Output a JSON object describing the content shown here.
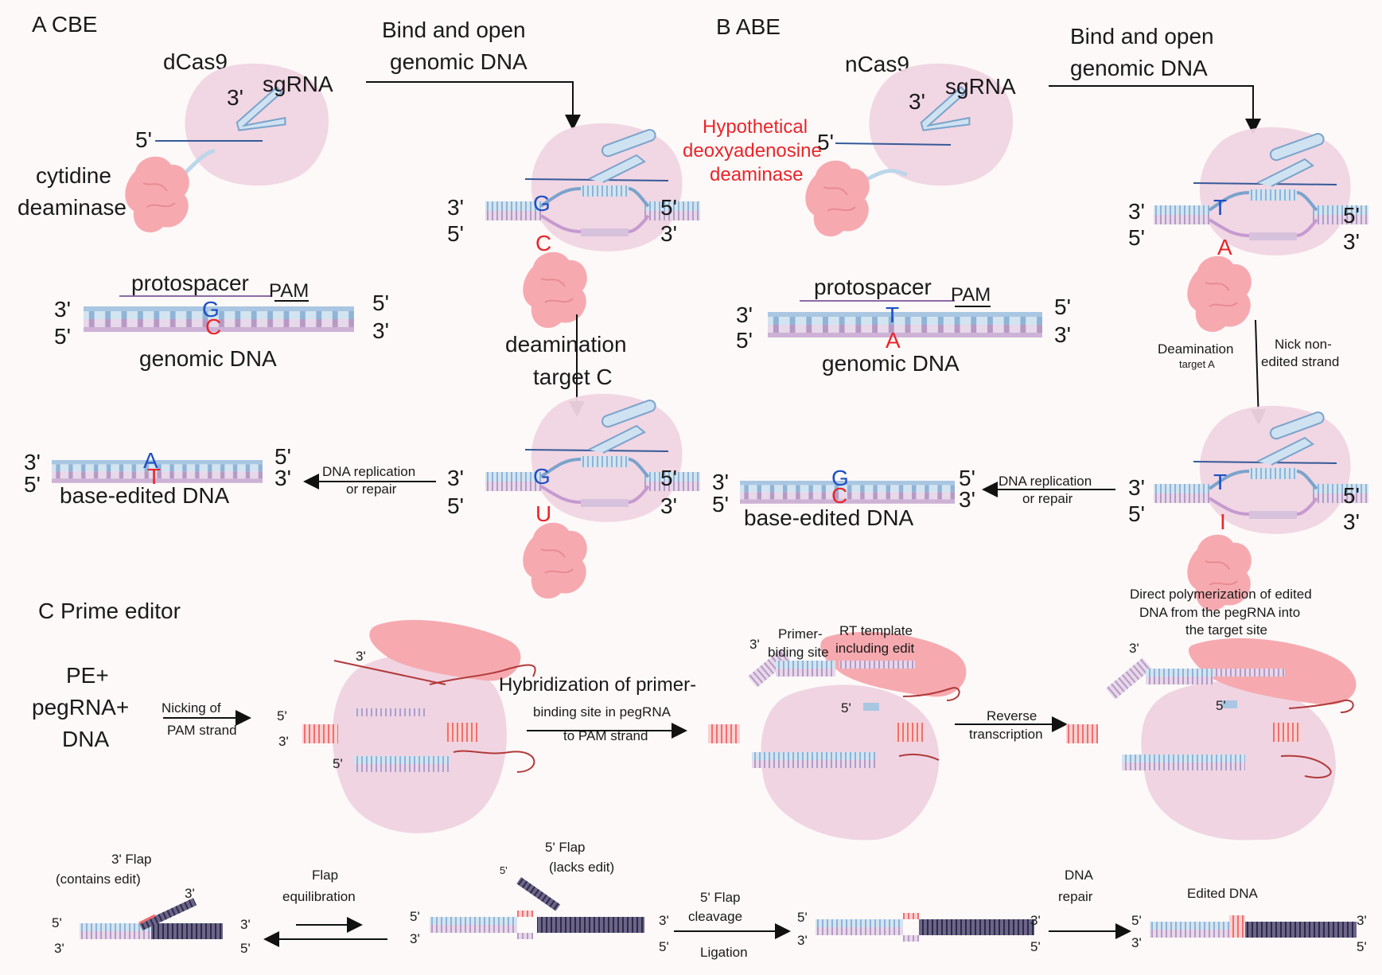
{
  "colors": {
    "cas": "#f0d4e2",
    "deaminase": "#f7b3b8",
    "dna_top": "#b6d0e6",
    "dna_bottom": "#d7c2dd",
    "dark_dna": "#3a3558",
    "red_text": "#e8262b",
    "blue_text": "#1d4fc4",
    "flap_red": "#f0797c"
  },
  "icons": [
    "cas9-protein-blob",
    "deaminase-blob",
    "sgrna-hairpin",
    "dna-double-helix",
    "reverse-transcriptase-blob"
  ],
  "panelA": {
    "title": "A  CBE",
    "cas": "dCas9",
    "sgrna": "sgRNA",
    "three_prime": "3'",
    "five_prime": "5'",
    "enzyme": [
      "cytidine",
      "deaminase"
    ],
    "step1": [
      "Bind and open",
      "genomic DNA"
    ],
    "protospacer": "protospacer",
    "pam": "PAM",
    "genomic": "genomic DNA",
    "base_top": "G",
    "base_bottom": "C",
    "step2": [
      "deamination",
      "target C"
    ],
    "edited_bottom": "U",
    "step3": [
      "DNA replication",
      "or repair"
    ],
    "result_top": "A",
    "result_bottom": "T",
    "result_label": "base-edited DNA"
  },
  "panelB": {
    "title": "B  ABE",
    "cas": "nCas9",
    "sgrna": "sgRNA",
    "three_prime": "3'",
    "five_prime": "5'",
    "enzyme": [
      "Hypothetical",
      "deoxyadenosine",
      "deaminase"
    ],
    "step1": [
      "Bind and open",
      "genomic DNA"
    ],
    "protospacer": "protospacer",
    "pam": "PAM",
    "genomic": "genomic DNA",
    "base_top": "T",
    "base_bottom": "A",
    "step2a": [
      "Deamination",
      "target A"
    ],
    "step2b": [
      "Nick non-",
      "edited strand"
    ],
    "edited_bottom": "I",
    "step3": [
      "DNA replication",
      "or repair"
    ],
    "result_top": "G",
    "result_bottom": "C",
    "result_label": "base-edited DNA"
  },
  "panelC": {
    "title": "C  Prime editor",
    "components": [
      "PE+",
      "pegRNA+",
      "DNA"
    ],
    "nick": [
      "Nicking of",
      "PAM strand"
    ],
    "hybrid": [
      "Hybridization of primer-",
      "binding site in pegRNA",
      "to PAM strand"
    ],
    "pbs": [
      "Primer-",
      "biding site"
    ],
    "rt_template": [
      "RT template",
      "including edit"
    ],
    "reverse": [
      "Reverse",
      "transcription"
    ],
    "direct": [
      "Direct polymerization of edited",
      "DNA from the pegRNA into",
      "the target site"
    ],
    "flap3": [
      "3' Flap",
      "(contains edit)"
    ],
    "equil": [
      "Flap",
      "equilibration"
    ],
    "flap5": [
      "5' Flap",
      "(lacks edit)"
    ],
    "cleave": [
      "5' Flap",
      "cleavage"
    ],
    "ligation": "Ligation",
    "repair": [
      "DNA",
      "repair"
    ],
    "edited": "Edited DNA",
    "three_prime": "3'",
    "five_prime": "5'"
  }
}
